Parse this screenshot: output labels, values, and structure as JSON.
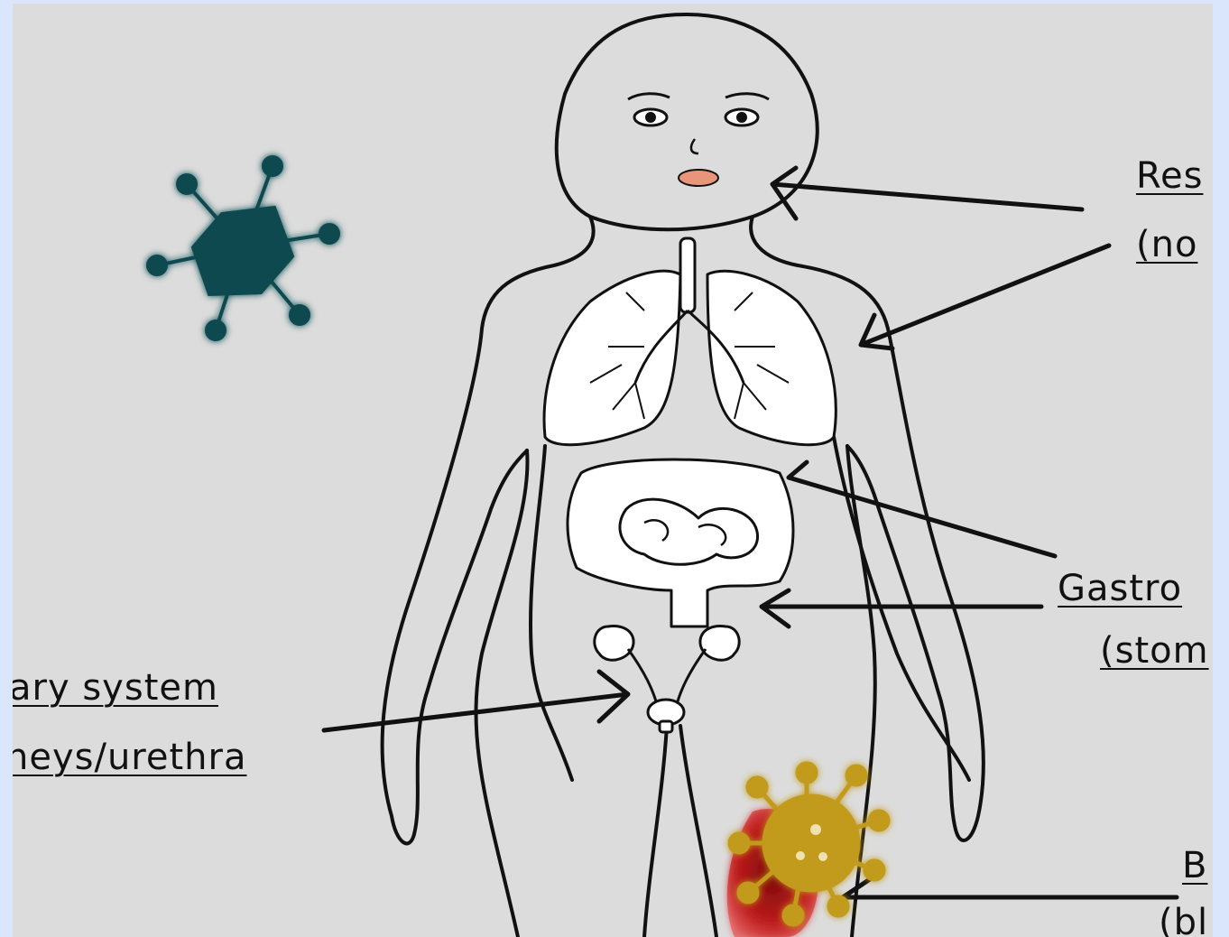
{
  "labels": {
    "respiratory_title": "Res",
    "respiratory_sub": "(no",
    "gastro_title": "Gastro",
    "gastro_sub": "(stom",
    "urinary_title": "ary system",
    "urinary_sub": "neys/urethra",
    "blood_title": "B",
    "blood_sub": "(bl"
  },
  "icons": {
    "virus_dark": "hexagonal-virus-icon",
    "virus_gold": "spiky-virus-icon"
  },
  "colors": {
    "page_bg": "#d9e6fb",
    "canvas_bg": "#dcdcdc",
    "outline": "#111111",
    "virus_dark": "#0d4a4f",
    "virus_gold": "#c29a1a",
    "wound_red": "#b01515",
    "lips": "#e8957a"
  }
}
